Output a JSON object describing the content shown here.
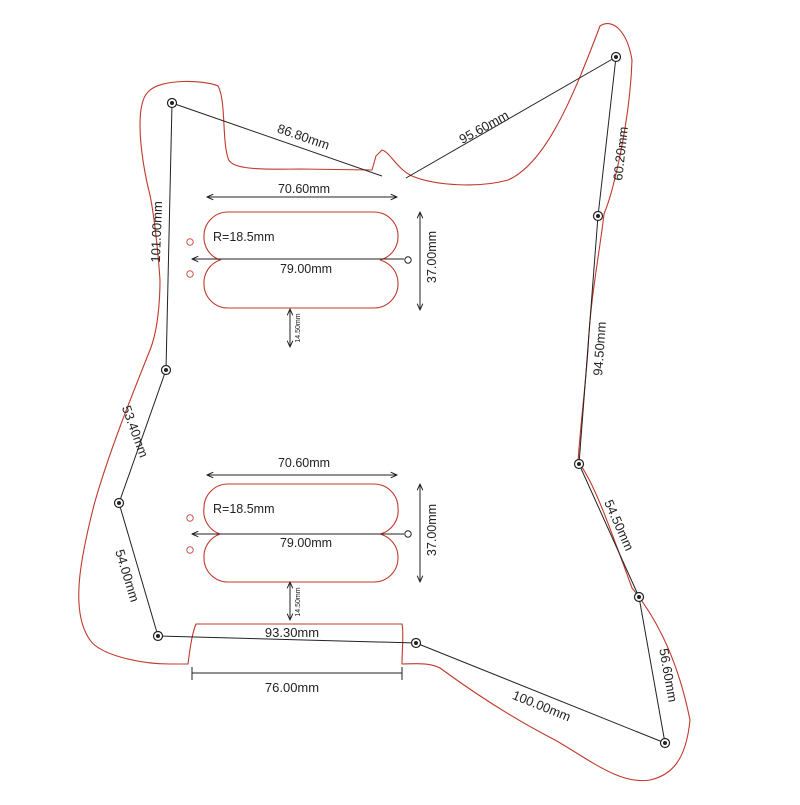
{
  "labels": {
    "top_left_edge": "86.80mm",
    "top_right_edge": "95.60mm",
    "right_upper": "60.20mm",
    "right_mid": "94.50mm",
    "right_lower": "54.50mm",
    "right_bottom": "56.60mm",
    "bottom_right": "100.00mm",
    "bottom_left": "93.30mm",
    "bottom_cutout_width": "76.00mm",
    "left_upper": "101.00mm",
    "left_mid": "53.40mm",
    "left_lower": "54.00mm",
    "pickup1_width": "70.60mm",
    "pickup1_radius": "R=18.5mm",
    "pickup1_length": "79.00mm",
    "pickup1_height": "37.00mm",
    "pickup1_spacing": "14.50mm",
    "pickup2_width": "70.60mm",
    "pickup2_radius": "R=18.5mm",
    "pickup2_length": "79.00mm",
    "pickup2_height": "37.00mm",
    "pickup2_spacing": "14.50mm"
  },
  "colors": {
    "outline": "#c0392b",
    "dimension": "#222222",
    "background": "#ffffff"
  }
}
